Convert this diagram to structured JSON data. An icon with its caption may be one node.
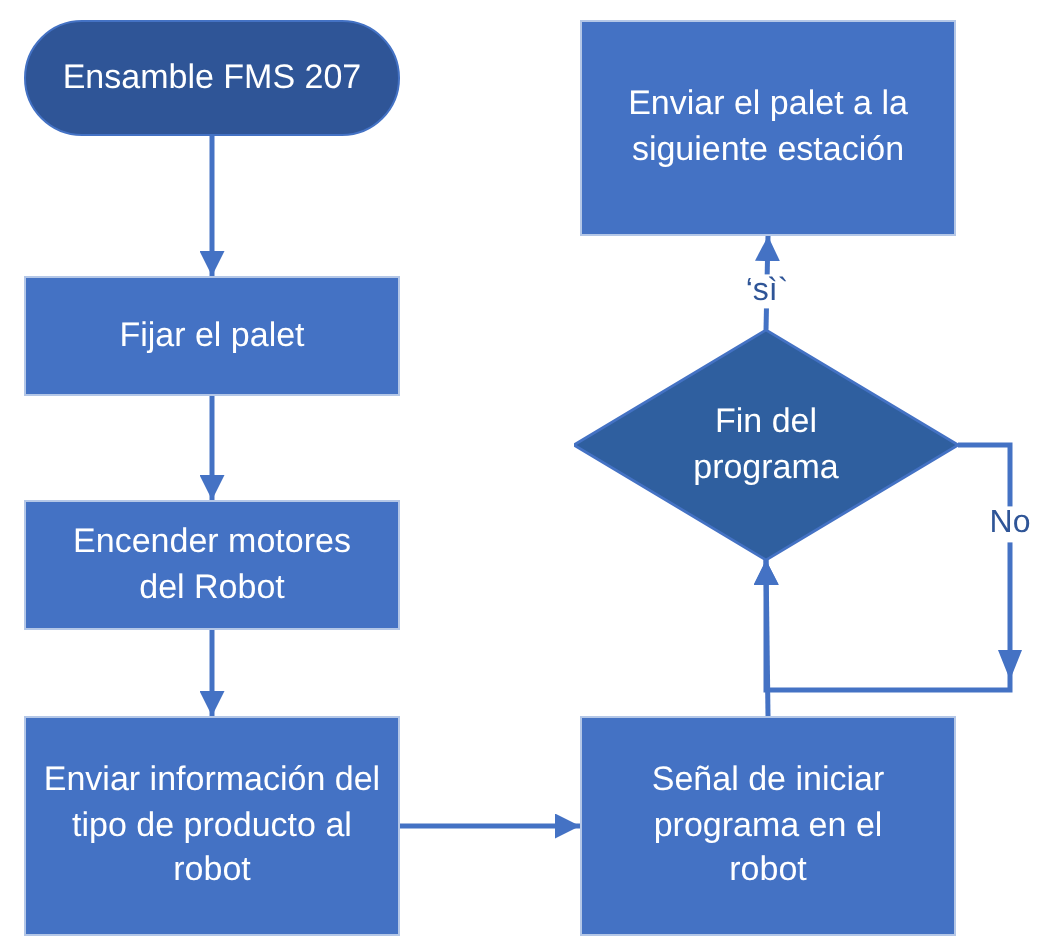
{
  "diagram": {
    "nodes": [
      {
        "text": [
          "Ensamble FMS 207"
        ]
      },
      {
        "text": [
          "Fijar el palet"
        ]
      },
      {
        "text": [
          "Encender motores del Robot"
        ]
      },
      {
        "text": [
          "Enviar información del tipo de producto al robot"
        ]
      },
      {
        "text": [
          "Enviar el palet a la siguiente estación"
        ]
      },
      {
        "text": [
          "Fin del programa"
        ]
      },
      {
        "text": [
          "Señal de iniciar programa en el robot"
        ]
      }
    ],
    "edges": [
      {
        "from": 0,
        "to": 1,
        "arrow": "to"
      },
      {
        "from": 1,
        "to": 2,
        "arrow": "to"
      },
      {
        "from": 2,
        "to": 3,
        "arrow": "to"
      },
      {
        "from": 3,
        "to": 6,
        "arrow": "to"
      },
      {
        "from": 6,
        "to": 5,
        "arrow": "to"
      },
      {
        "from": 5,
        "to": 4,
        "label": "‘sì`",
        "arrow": "to"
      },
      {
        "from": 5,
        "to": 5,
        "label": "No",
        "arrow": "to"
      }
    ]
  }
}
